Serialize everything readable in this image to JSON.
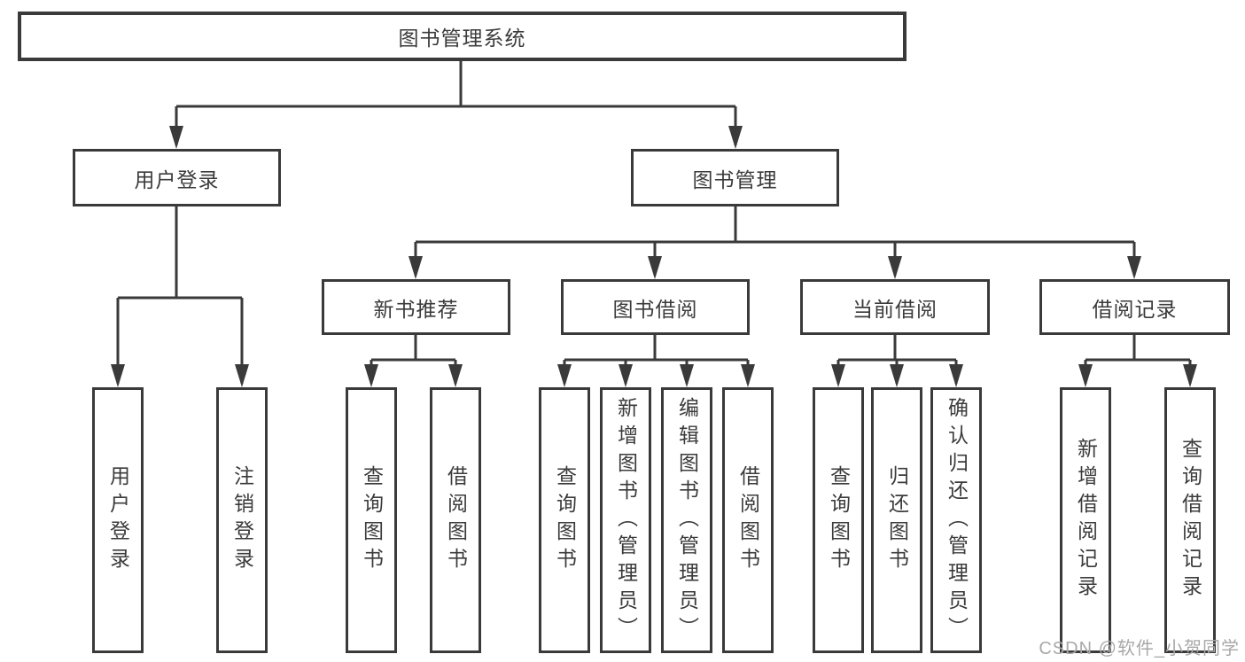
{
  "diagram": {
    "type": "hierarchy-tree",
    "title": "图书管理系统",
    "colors": {
      "line": "#3a3a3a",
      "text": "#3b3b3b",
      "box_background": "#ffffff",
      "watermark": "#a8a8a8"
    },
    "nodes": {
      "root": {
        "label": "图书管理系统"
      },
      "level2": [
        {
          "label": "用户登录"
        },
        {
          "label": "图书管理"
        }
      ],
      "level3": [
        {
          "label": "新书推荐",
          "parent": "图书管理"
        },
        {
          "label": "图书借阅",
          "parent": "图书管理"
        },
        {
          "label": "当前借阅",
          "parent": "图书管理"
        },
        {
          "label": "借阅记录",
          "parent": "图书管理"
        }
      ],
      "leaves": [
        {
          "label": "用户登录",
          "parent": "用户登录"
        },
        {
          "label": "注销登录",
          "parent": "用户登录"
        },
        {
          "label": "查询图书",
          "parent": "新书推荐"
        },
        {
          "label": "借阅图书",
          "parent": "新书推荐"
        },
        {
          "label": "查询图书",
          "parent": "图书借阅"
        },
        {
          "label": "新增图书（管理员）",
          "parent": "图书借阅"
        },
        {
          "label": "编辑图书（管理员）",
          "parent": "图书借阅"
        },
        {
          "label": "借阅图书",
          "parent": "图书借阅"
        },
        {
          "label": "查询图书",
          "parent": "当前借阅"
        },
        {
          "label": "归还图书",
          "parent": "当前借阅"
        },
        {
          "label": "确认归还（管理员）",
          "parent": "当前借阅"
        },
        {
          "label": "新增借阅记录",
          "parent": "借阅记录"
        },
        {
          "label": "查询借阅记录",
          "parent": "借阅记录"
        }
      ]
    },
    "watermark": "CSDN @软件_小贺同学"
  }
}
